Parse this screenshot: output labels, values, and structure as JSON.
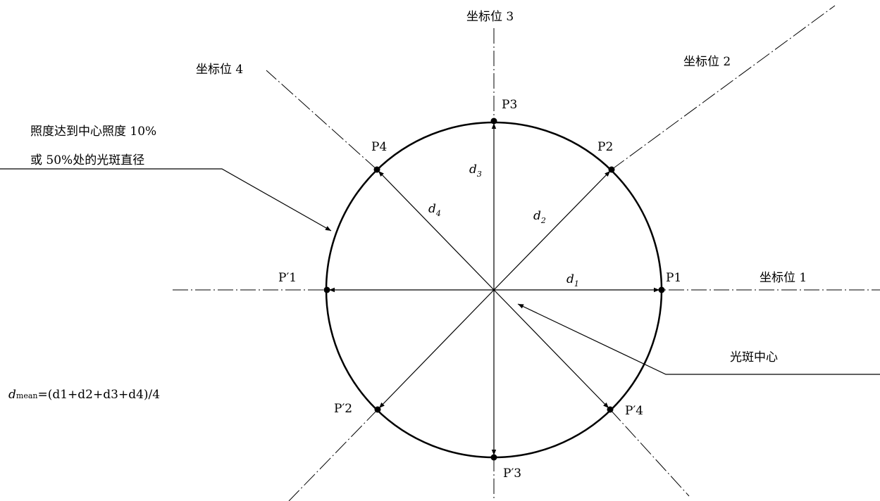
{
  "axes": {
    "axis1": "坐标位 1",
    "axis2": "坐标位 2",
    "axis3": "坐标位 3",
    "axis4": "坐标位 4"
  },
  "points": {
    "p1": "P1",
    "p2": "P2",
    "p3": "P3",
    "p4": "P4",
    "pp1": "P′1",
    "pp2": "P′2",
    "pp3": "P′3",
    "pp4": "P′4"
  },
  "distances": {
    "d": "d",
    "s1": "1",
    "s2": "2",
    "s3": "3",
    "s4": "4"
  },
  "annotations": {
    "diameter_line1": "照度达到中心照度 10%",
    "diameter_line2": "或 50%处的光斑直径",
    "center": "光斑中心"
  },
  "formula": {
    "d": "d",
    "mean": "mean",
    "rest": "=(d1+d2+d3+d4)/4",
    "text": "dmean=(d1+d2+d3+d4)/4"
  }
}
